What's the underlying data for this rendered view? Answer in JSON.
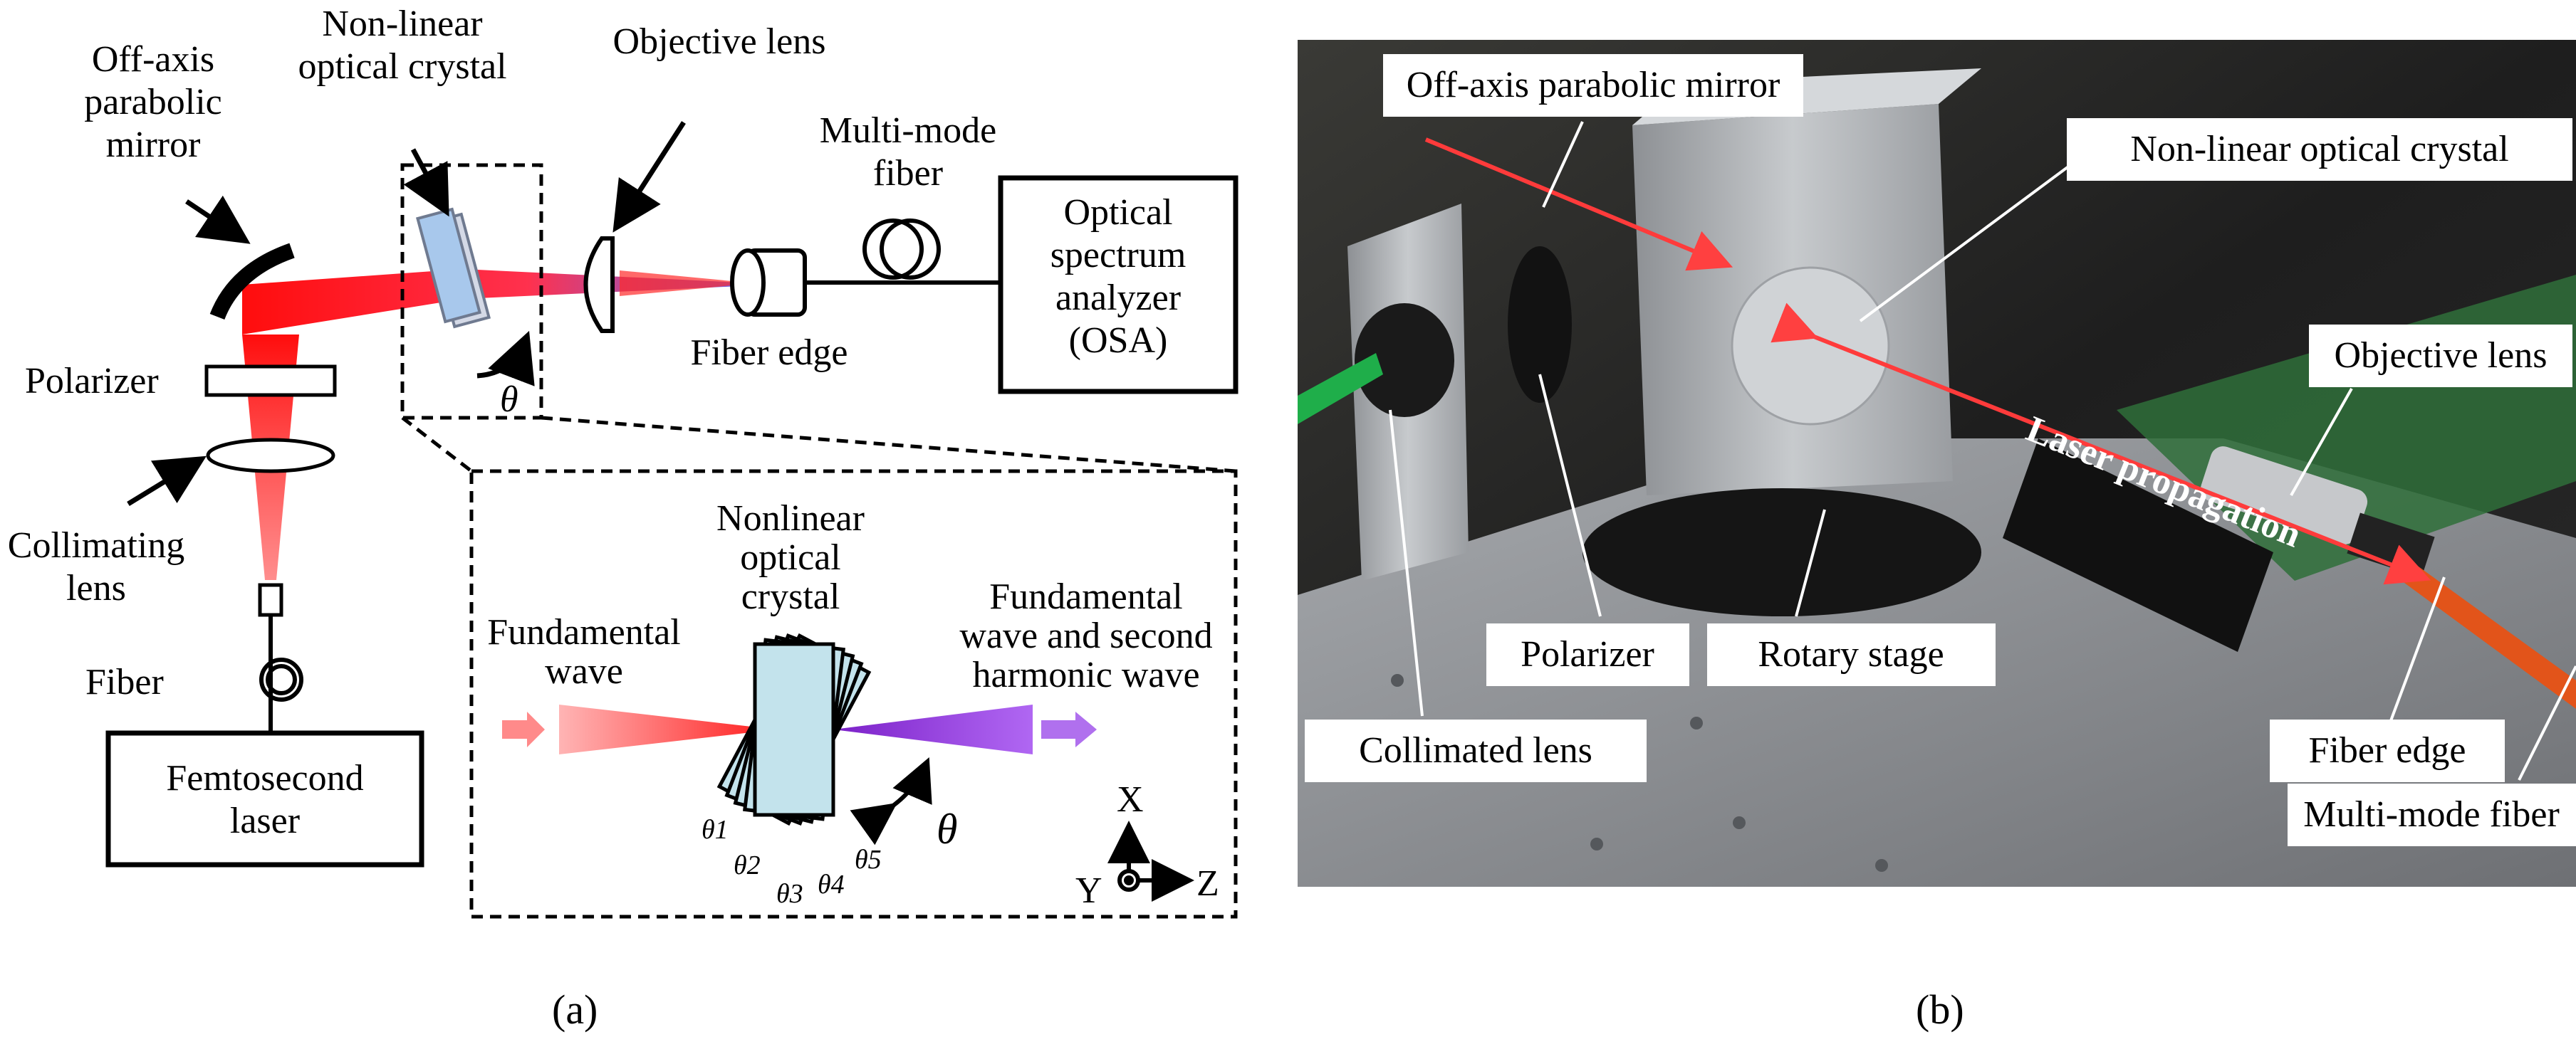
{
  "panel_a": {
    "caption": "(a)",
    "labels": {
      "off_axis_mirror": [
        "Off-axis",
        "parabolic",
        "mirror"
      ],
      "nonlinear_crystal": [
        "Non-linear",
        "optical crystal"
      ],
      "objective_lens": "Objective lens",
      "multimode_fiber": [
        "Multi-mode",
        "fiber"
      ],
      "osa": [
        "Optical",
        "spectrum",
        "analyzer",
        "(OSA)"
      ],
      "fiber_edge": "Fiber edge",
      "polarizer": "Polarizer",
      "collimating_lens": [
        "Collimating",
        "lens"
      ],
      "fiber": "Fiber",
      "femto_laser": [
        "Femtosecond",
        "laser"
      ],
      "theta": "θ"
    },
    "inset": {
      "crystal_label": [
        "Nonlinear",
        "optical",
        "crystal"
      ],
      "fundamental_wave": [
        "Fundamental",
        "wave"
      ],
      "combined_wave": [
        "Fundamental",
        "wave and second",
        "harmonic wave"
      ],
      "theta": "θ",
      "angles": [
        "θ1",
        "θ2",
        "θ3",
        "θ4",
        "θ5"
      ],
      "axes": {
        "x": "X",
        "y": "Y",
        "z": "Z"
      }
    }
  },
  "panel_b": {
    "caption": "(b)",
    "callouts": {
      "off_axis_mirror": "Off-axis parabolic mirror",
      "nonlinear_crystal": "Non-linear optical crystal",
      "objective_lens": "Objective lens",
      "polarizer": "Polarizer",
      "rotary_stage": "Rotary stage",
      "fiber_edge": "Fiber edge",
      "collimated_lens": "Collimated lens",
      "multimode_fiber": "Multi-mode fiber",
      "laser_propagation": "Laser propagation"
    }
  },
  "colors": {
    "laser_red": "#ff1a1a",
    "second_harmonic_purple": "#8a2be2",
    "crystal_blue": "#a8c8ec",
    "photo_dark": "#262626",
    "aluminum": "#b9bcc0"
  },
  "icons": [
    "curved-arrow-icon",
    "axis-icon",
    "fiber-coil-icon",
    "double-arrow-icon"
  ]
}
